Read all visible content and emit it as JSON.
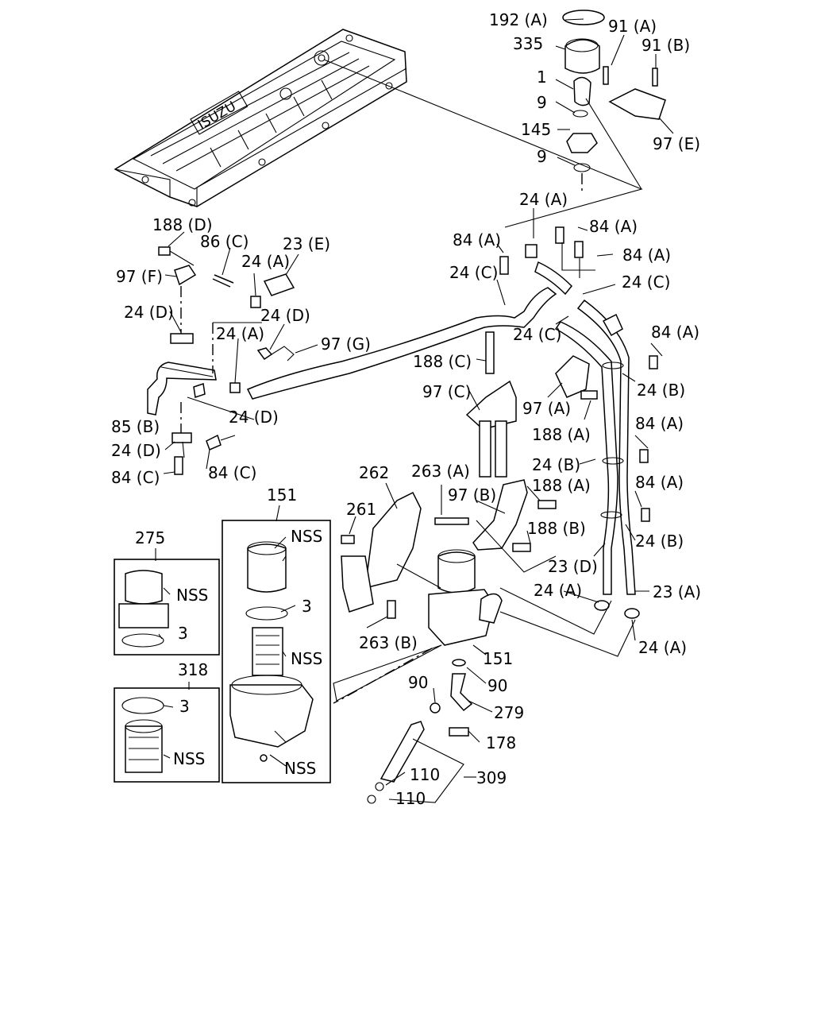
{
  "head_text": "ISUZU",
  "callouts": {
    "c192A": "192 (A)",
    "c91A": "91 (A)",
    "c335": "335",
    "c91B": "91 (B)",
    "c1": "1",
    "c9a": "9",
    "c145": "145",
    "c97E": "97 (E)",
    "c9b": "9",
    "c24A_top": "24 (A)",
    "c84A_1": "84 (A)",
    "c84A_2": "84 (A)",
    "c84A_3": "84 (A)",
    "c24C_1": "24 (C)",
    "c24C_2": "24 (C)",
    "c24C_3": "24 (C)",
    "c188D": "188 (D)",
    "c86C": "86 (C)",
    "c23E": "23 (E)",
    "c97F": "97 (F)",
    "c24A_l1": "24 (A)",
    "c24D_1": "24 (D)",
    "c24D_2": "24 (D)",
    "c24A_l2": "24 (A)",
    "c97G": "97 (G)",
    "c84A_r1": "84 (A)",
    "c188C": "188 (C)",
    "c24B_1": "24 (B)",
    "c97C": "97 (C)",
    "c97A": "97 (A)",
    "c85B": "85 (B)",
    "c24D_3": "24 (D)",
    "c188A_1": "188 (A)",
    "c24D_4": "24 (D)",
    "c84C_1": "84 (C)",
    "c84C_2": "84 (C)",
    "c84A_r2": "84 (A)",
    "c24B_2": "24 (B)",
    "c151_top": "151",
    "c262": "262",
    "c263A": "263 (A)",
    "c97B": "97 (B)",
    "c188A_2": "188 (A)",
    "c84A_r3": "84 (A)",
    "c275": "275",
    "cNSS_1": "NSS",
    "c261": "261",
    "c188B": "188 (B)",
    "cNSS_2": "NSS",
    "c24B_3": "24 (B)",
    "c23D": "23 (D)",
    "c24A_m": "24 (A)",
    "c23A": "23 (A)",
    "c3_1": "3",
    "c3_2": "3",
    "c263B": "263 (B)",
    "c24A_r": "24 (A)",
    "cNSS_3": "NSS",
    "c151_mid": "151",
    "c318": "318",
    "c90_1": "90",
    "c90_2": "90",
    "c3_3": "3",
    "c279": "279",
    "cNSS_4": "NSS",
    "c178": "178",
    "cNSS_5": "NSS",
    "c110_1": "110",
    "c309": "309",
    "c110_2": "110"
  }
}
